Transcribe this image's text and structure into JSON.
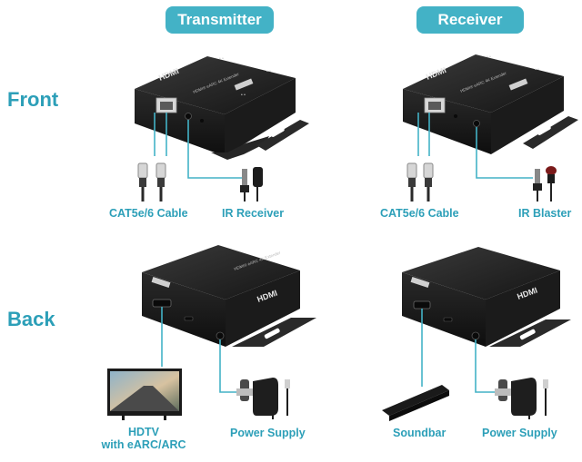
{
  "headers": {
    "transmitter": "Transmitter",
    "receiver": "Receiver"
  },
  "rows": {
    "front": "Front",
    "back": "Back"
  },
  "device": {
    "logo": "HDMI",
    "model_text": "HDMI® eARC 4K Extender",
    "rx_model_text": "HDMI® eARC 4K Extender"
  },
  "captions": {
    "tx_front_cable": "CAT5e/6 Cable",
    "tx_front_ir": "IR Receiver",
    "rx_front_cable": "CAT5e/6 Cable",
    "rx_front_ir": "IR Blaster",
    "tx_back_tv_line1": "HDTV",
    "tx_back_tv_line2": "with eARC/ARC",
    "tx_back_power": "Power Supply",
    "rx_back_sound": "Soundbar",
    "rx_back_power": "Power Supply"
  },
  "colors": {
    "accent": "#43b2c6",
    "text_accent": "#2c9fb8",
    "device_body": "#1e1e1e"
  }
}
